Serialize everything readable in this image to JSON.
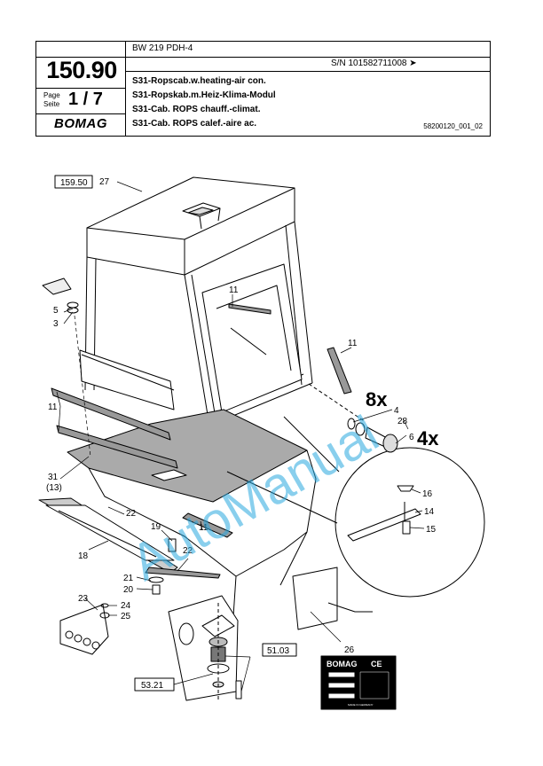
{
  "header": {
    "model": "BW 219 PDH-4",
    "serial": "S/N 101582711008  ➤",
    "page_number": "150.90",
    "page_label_line1": "Page",
    "page_label_line2": "Seite",
    "page_count": "1 / 7",
    "logo": "BOMAG",
    "titles": [
      "S31-Ropscab.w.heating-air con.",
      "S31-Ropskab.m.Heiz-Klima-Modul",
      "S31-Cab. ROPS chauff.-climat.",
      "S31-Cab. ROPS calef.-aire ac."
    ],
    "drawing_id": "58200120_001_02"
  },
  "drawing": {
    "reference_boxes": [
      "159.50",
      "51.03",
      "53.21"
    ],
    "callouts": [
      "27",
      "11",
      "11",
      "11",
      "11",
      "5",
      "3",
      "31",
      "(13)",
      "22",
      "22",
      "19",
      "18",
      "21",
      "20",
      "23",
      "24",
      "25",
      "26",
      "4",
      "28",
      "6",
      "16",
      "14",
      "15"
    ],
    "multipliers": [
      "8x",
      "4x"
    ],
    "plate_logo": "BOMAG",
    "plate_mark": "CE",
    "plate_footer": "MADE IN GERMANY"
  },
  "watermark": "AutoManual"
}
